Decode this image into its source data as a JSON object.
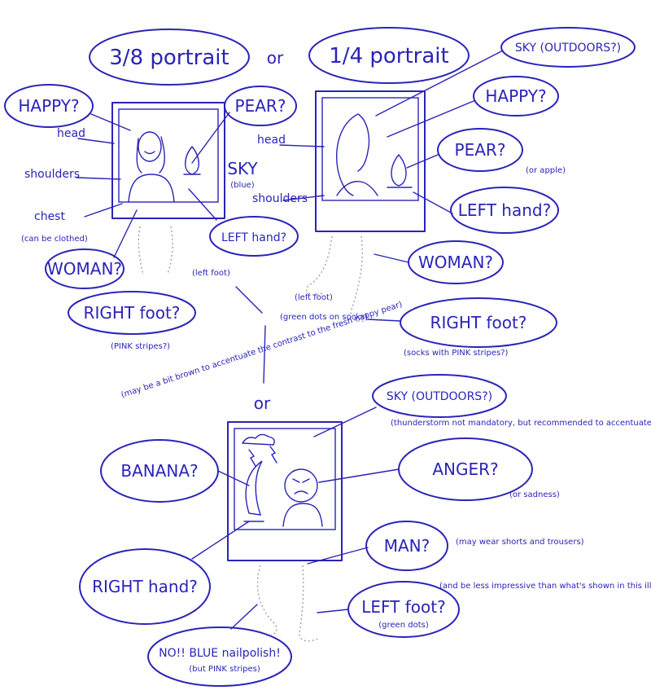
{
  "top": {
    "left_option": "3/8 portrait",
    "or": "or",
    "right_option": "1/4 portrait"
  },
  "left_frame": {
    "happy": "HAPPY?",
    "head": "head",
    "shoulders": "shoulders",
    "chest": "chest",
    "chest_note": "(can be clothed)",
    "pear": "PEAR?",
    "sky": "SKY",
    "sky_note": "(blue)",
    "left_hand": "LEFT hand?",
    "woman": "WOMAN?",
    "left_foot": "(left foot)",
    "right_foot": "RIGHT foot?",
    "right_foot_note": "(PINK stripes?)"
  },
  "right_frame": {
    "sky": "SKY (OUTDOORS?)",
    "happy": "HAPPY?",
    "head": "head",
    "shoulders": "shoulders",
    "pear": "PEAR?",
    "pear_note": "(or apple)",
    "left_hand": "LEFT hand?",
    "woman": "WOMAN?",
    "left_foot": "(left foot)",
    "green_dots": "(green dots on socks)",
    "right_foot": "RIGHT foot?",
    "right_foot_note": "(socks with PINK stripes?)"
  },
  "bottom_frame": {
    "or": "or",
    "brown_note": "(may be a bit brown to accentuate the contrast to the fresh happy pear)",
    "sky": "SKY (OUTDOORS?)",
    "sky_note": "(thunderstorm not mandatory, but recommended to accentuate angry mood)",
    "banana": "BANANA?",
    "anger": "ANGER?",
    "anger_note": "(or sadness)",
    "right_hand": "RIGHT hand?",
    "man": "MAN?",
    "man_note": "(may wear shorts and trousers)",
    "man_note2": "(and be less impressive than what's shown in this illustration)",
    "left_foot": "LEFT foot?",
    "left_foot_note": "(green dots)",
    "nail": "NO!! BLUE nailpolish!",
    "nail_note": "(but PINK stripes)"
  }
}
